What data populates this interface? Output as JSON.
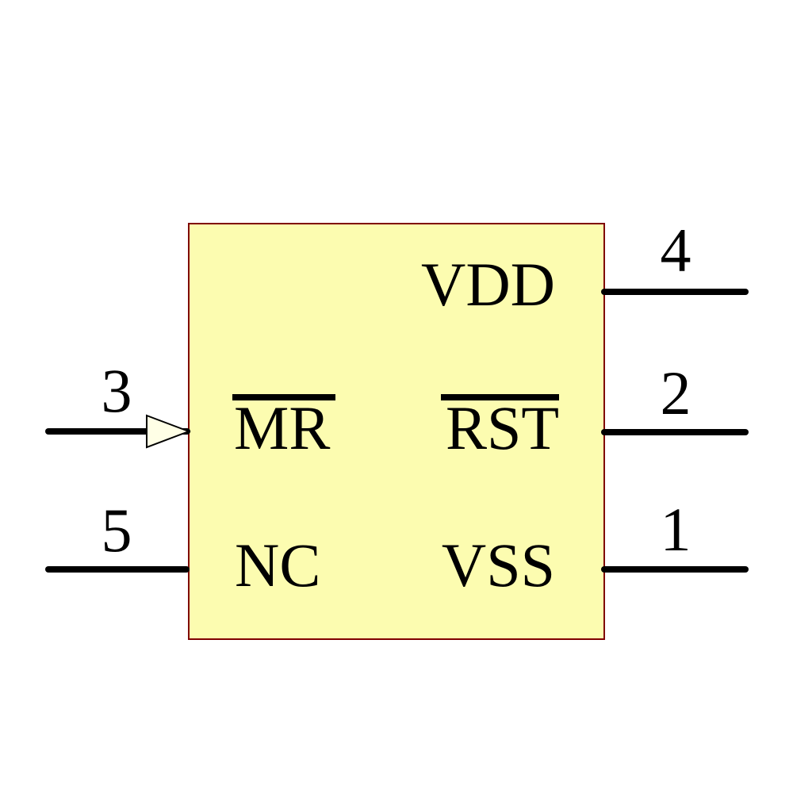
{
  "schematic": {
    "component_body": {
      "fill": "#FCFCB0",
      "border_color": "#800000"
    },
    "pins": [
      {
        "number": "4",
        "label": "VDD",
        "side": "right",
        "row": "top",
        "overline": false
      },
      {
        "number": "2",
        "label": "RST",
        "side": "right",
        "row": "middle",
        "overline": true
      },
      {
        "number": "1",
        "label": "VSS",
        "side": "right",
        "row": "bottom",
        "overline": false
      },
      {
        "number": "3",
        "label": "MR",
        "side": "left",
        "row": "middle",
        "overline": true,
        "edge_symbol": "input-arrow"
      },
      {
        "number": "5",
        "label": "NC",
        "side": "left",
        "row": "bottom",
        "overline": false
      }
    ],
    "colors": {
      "wire": "#000000",
      "text": "#000000",
      "arrow_fill": "#FFFFE6",
      "arrow_stroke": "#000000"
    }
  }
}
